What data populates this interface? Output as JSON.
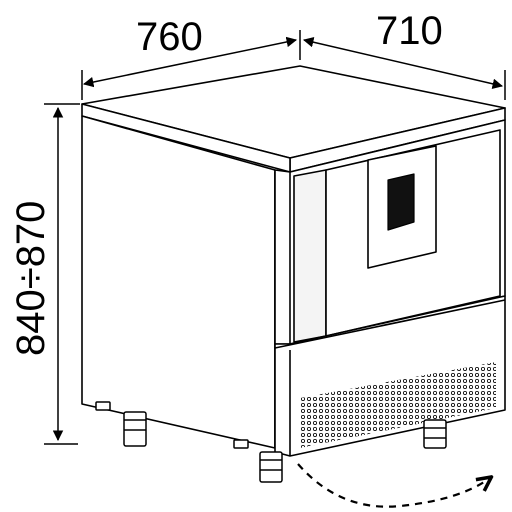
{
  "diagram": {
    "dimensions": {
      "width": "760",
      "depth": "710",
      "height": "840÷870"
    },
    "colors": {
      "line": "#000000",
      "fill": "#ffffff",
      "panel_shade": "#f4f4f4",
      "window_fill": "#111111"
    }
  }
}
